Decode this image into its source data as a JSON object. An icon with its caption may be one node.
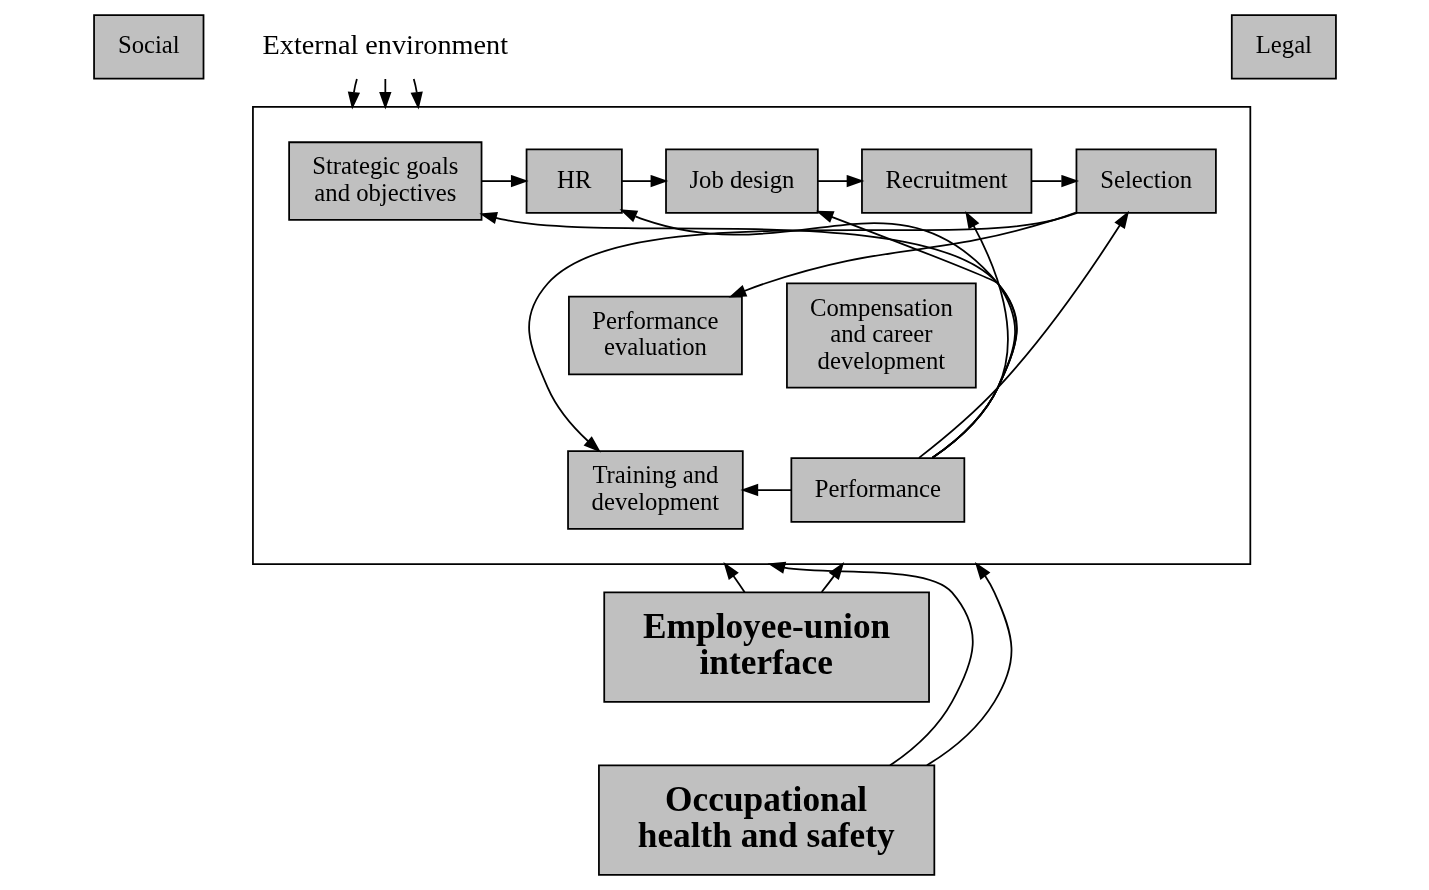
{
  "diagram": {
    "nodes": [
      {
        "text": [
          "Social"
        ]
      },
      {
        "text": [
          "External environment"
        ]
      },
      {
        "text": [
          "Legal"
        ]
      },
      {
        "text": [],
        "shape": "box"
      },
      {
        "text": [
          "Strategic goals and objectives"
        ],
        "in": 3
      },
      {
        "text": [
          "HR"
        ],
        "in": 3
      },
      {
        "text": [
          "Job design"
        ],
        "in": 3
      },
      {
        "text": [
          "Recruitment"
        ],
        "in": 3
      },
      {
        "text": [
          "Selection"
        ],
        "in": 3
      },
      {
        "text": [
          "Performance evaluation"
        ],
        "in": 3
      },
      {
        "text": [
          "Compensation and career development"
        ],
        "in": 3
      },
      {
        "text": [
          "Training and development"
        ],
        "in": 3
      },
      {
        "text": [
          "Performance"
        ],
        "in": 3
      },
      {
        "text": [
          "Employee-union interface"
        ]
      },
      {
        "text": [
          "Occupational health and safety"
        ]
      }
    ],
    "edges": [
      {
        "from": 1,
        "to": 3,
        "arrow": "to"
      },
      {
        "from": 1,
        "to": 3,
        "arrow": "to"
      },
      {
        "from": 1,
        "to": 3,
        "arrow": "to"
      },
      {
        "from": 4,
        "to": 5,
        "arrow": "to"
      },
      {
        "from": 5,
        "to": 6,
        "arrow": "to"
      },
      {
        "from": 6,
        "to": 7,
        "arrow": "to"
      },
      {
        "from": 7,
        "to": 8,
        "arrow": "to"
      },
      {
        "from": 8,
        "to": 9,
        "arrow": "to"
      },
      {
        "from": 8,
        "to": 11,
        "arrow": "to"
      },
      {
        "from": 12,
        "to": 4,
        "arrow": "to"
      },
      {
        "from": 12,
        "to": 5,
        "arrow": "to"
      },
      {
        "from": 12,
        "to": 6,
        "arrow": "to"
      },
      {
        "from": 12,
        "to": 7,
        "arrow": "to"
      },
      {
        "from": 12,
        "to": 8,
        "arrow": "to"
      },
      {
        "from": 12,
        "to": 11,
        "arrow": "to"
      },
      {
        "from": 13,
        "to": 3,
        "arrow": "to"
      },
      {
        "from": 13,
        "to": 3,
        "arrow": "to"
      },
      {
        "from": 14,
        "to": 3,
        "arrow": "to"
      },
      {
        "from": 14,
        "to": 3,
        "arrow": "to"
      }
    ]
  }
}
